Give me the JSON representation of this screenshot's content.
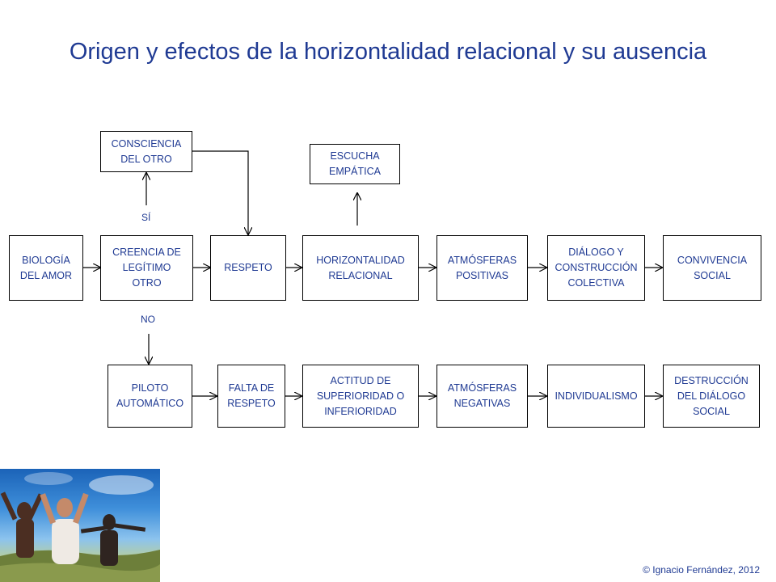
{
  "title": "Origen y efectos de la horizontalidad relacional y su ausencia",
  "boxes": {
    "consciencia": "CONSCIENCIA\nDEL OTRO",
    "escucha": "ESCUCHA\nEMPÁTICA",
    "biologia": "BIOLOGÍA\nDEL AMOR",
    "creencia": "CREENCIA DE\nLEGÍTIMO\nOTRO",
    "respeto": "RESPETO",
    "horizontalidad": "HORIZONTALIDAD\nRELACIONAL",
    "atm_pos": "ATMÓSFERAS\nPOSITIVAS",
    "dialogo": "DIÁLOGO Y\nCONSTRUCCIÓN\nCOLECTIVA",
    "convivencia": "CONVIVENCIA\nSOCIAL",
    "piloto": "PILOTO\nAUTOMÁTICO",
    "falta": "FALTA DE\nRESPETO",
    "actitud": "ACTITUD DE\nSUPERIORIDAD O\nINFERIORIDAD",
    "atm_neg": "ATMÓSFERAS\nNEGATIVAS",
    "individualismo": "INDIVIDUALISMO",
    "destruccion": "DESTRUCCIÓN\nDEL DIÁLOGO\nSOCIAL"
  },
  "labels": {
    "si": "SÍ",
    "no": "NO"
  },
  "copyright": "© Ignacio Fernández, 2012",
  "colors": {
    "text": "#1f3a93",
    "border": "#000000",
    "background": "#ffffff"
  }
}
